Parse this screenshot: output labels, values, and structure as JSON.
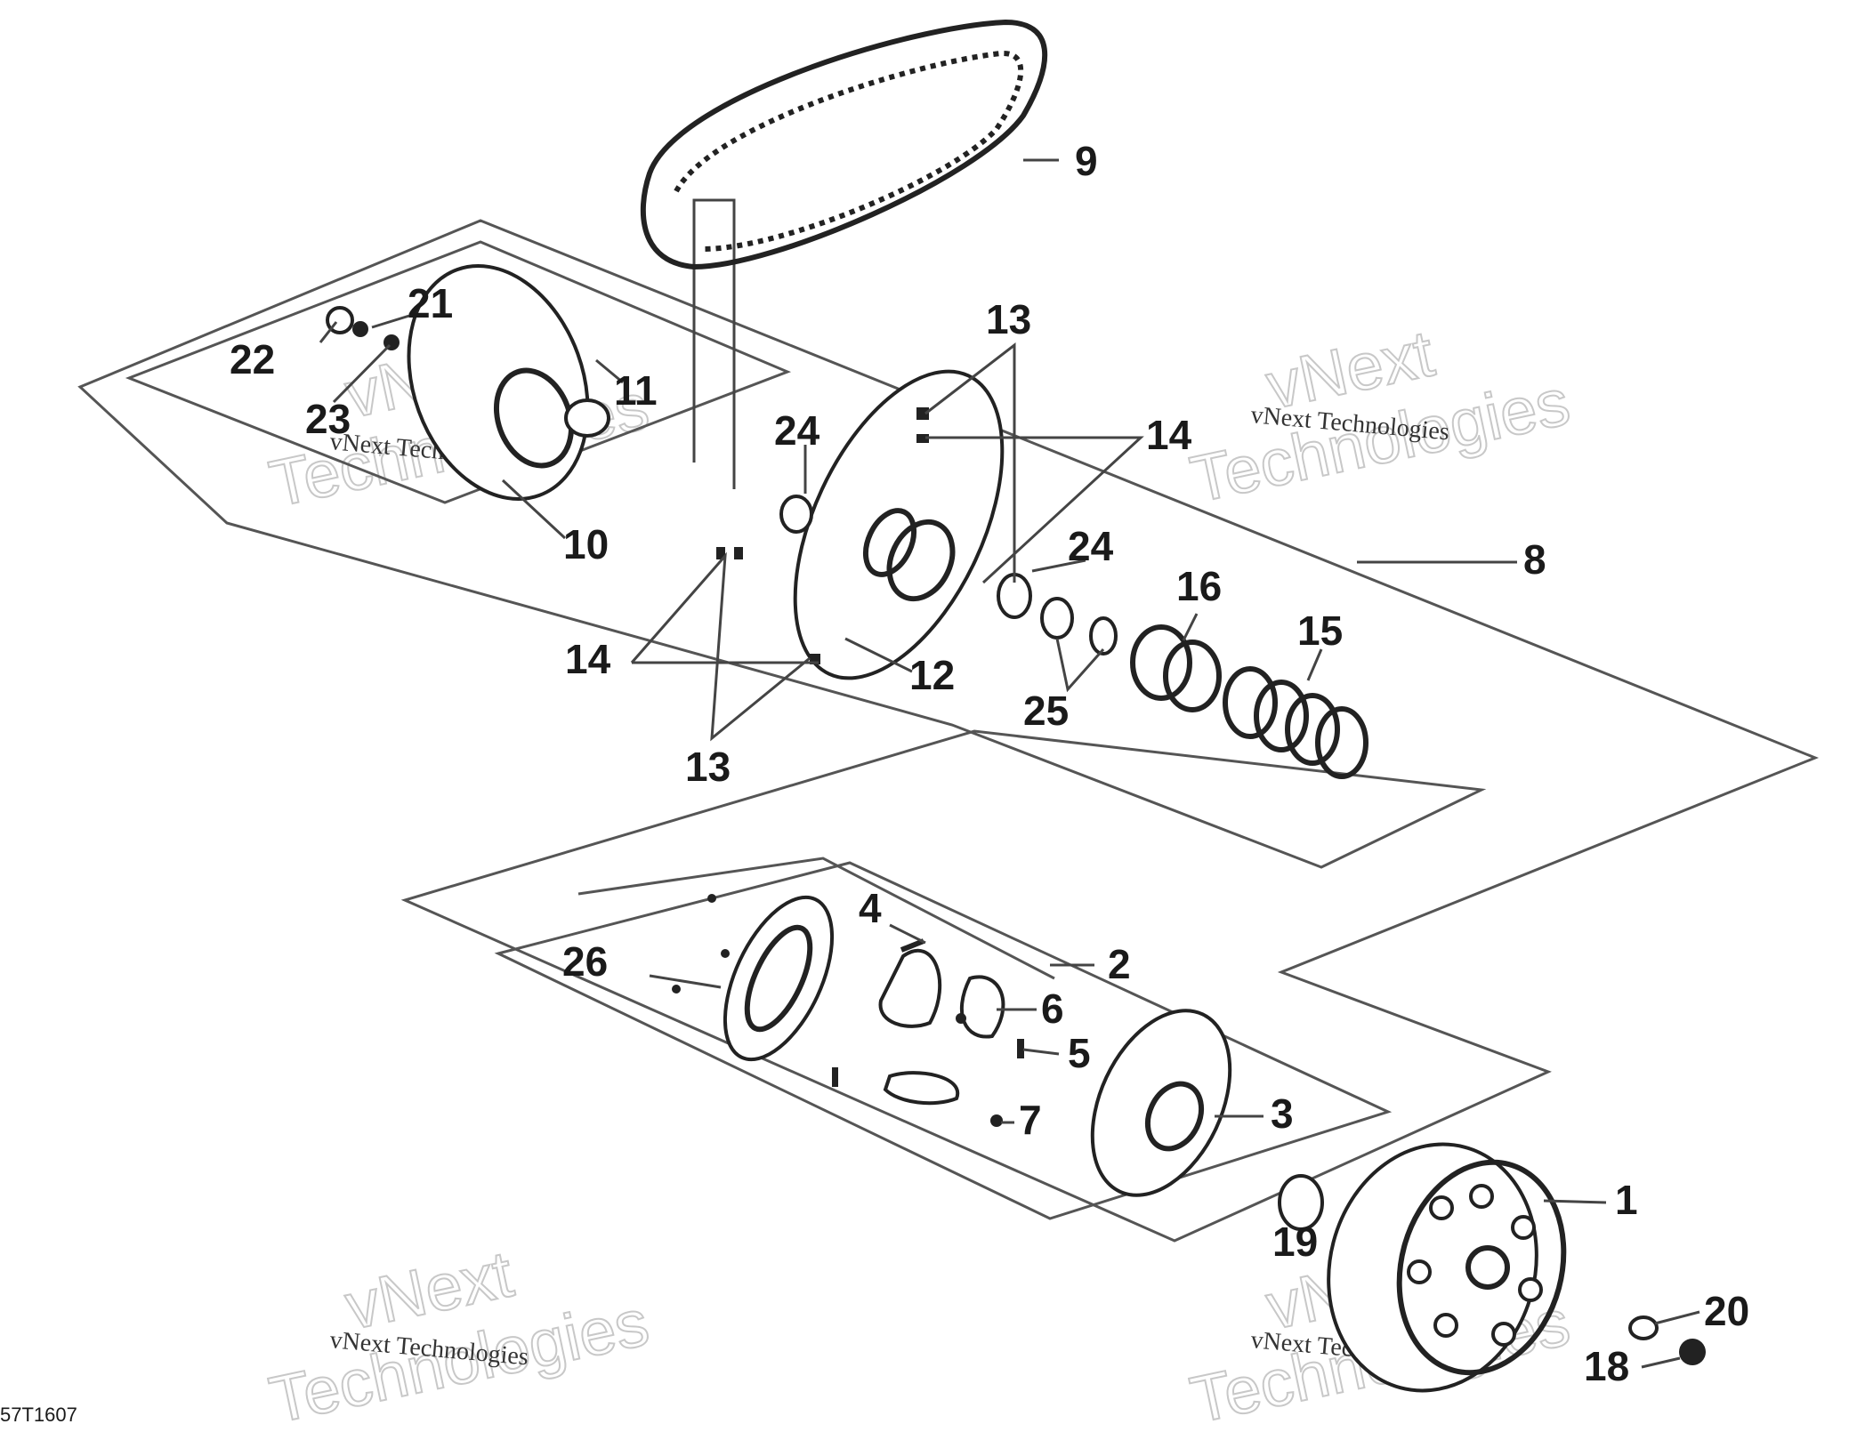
{
  "diagram": {
    "drawing_code": "57T1607",
    "watermark": {
      "line1": "vNext",
      "line2": "Technologies",
      "line3": "vNext Technologies"
    },
    "callouts": [
      {
        "id": "c1",
        "label": "1"
      },
      {
        "id": "c2",
        "label": "2"
      },
      {
        "id": "c3",
        "label": "3"
      },
      {
        "id": "c4",
        "label": "4"
      },
      {
        "id": "c5",
        "label": "5"
      },
      {
        "id": "c6",
        "label": "6"
      },
      {
        "id": "c7",
        "label": "7"
      },
      {
        "id": "c8",
        "label": "8"
      },
      {
        "id": "c9",
        "label": "9"
      },
      {
        "id": "c10",
        "label": "10"
      },
      {
        "id": "c11",
        "label": "11"
      },
      {
        "id": "c12",
        "label": "12"
      },
      {
        "id": "c13a",
        "label": "13"
      },
      {
        "id": "c13b",
        "label": "13"
      },
      {
        "id": "c14a",
        "label": "14"
      },
      {
        "id": "c14b",
        "label": "14"
      },
      {
        "id": "c15",
        "label": "15"
      },
      {
        "id": "c16",
        "label": "16"
      },
      {
        "id": "c18",
        "label": "18"
      },
      {
        "id": "c19",
        "label": "19"
      },
      {
        "id": "c20",
        "label": "20"
      },
      {
        "id": "c21",
        "label": "21"
      },
      {
        "id": "c22",
        "label": "22"
      },
      {
        "id": "c23",
        "label": "23"
      },
      {
        "id": "c24a",
        "label": "24"
      },
      {
        "id": "c24b",
        "label": "24"
      },
      {
        "id": "c25",
        "label": "25"
      },
      {
        "id": "c26",
        "label": "26"
      }
    ]
  }
}
